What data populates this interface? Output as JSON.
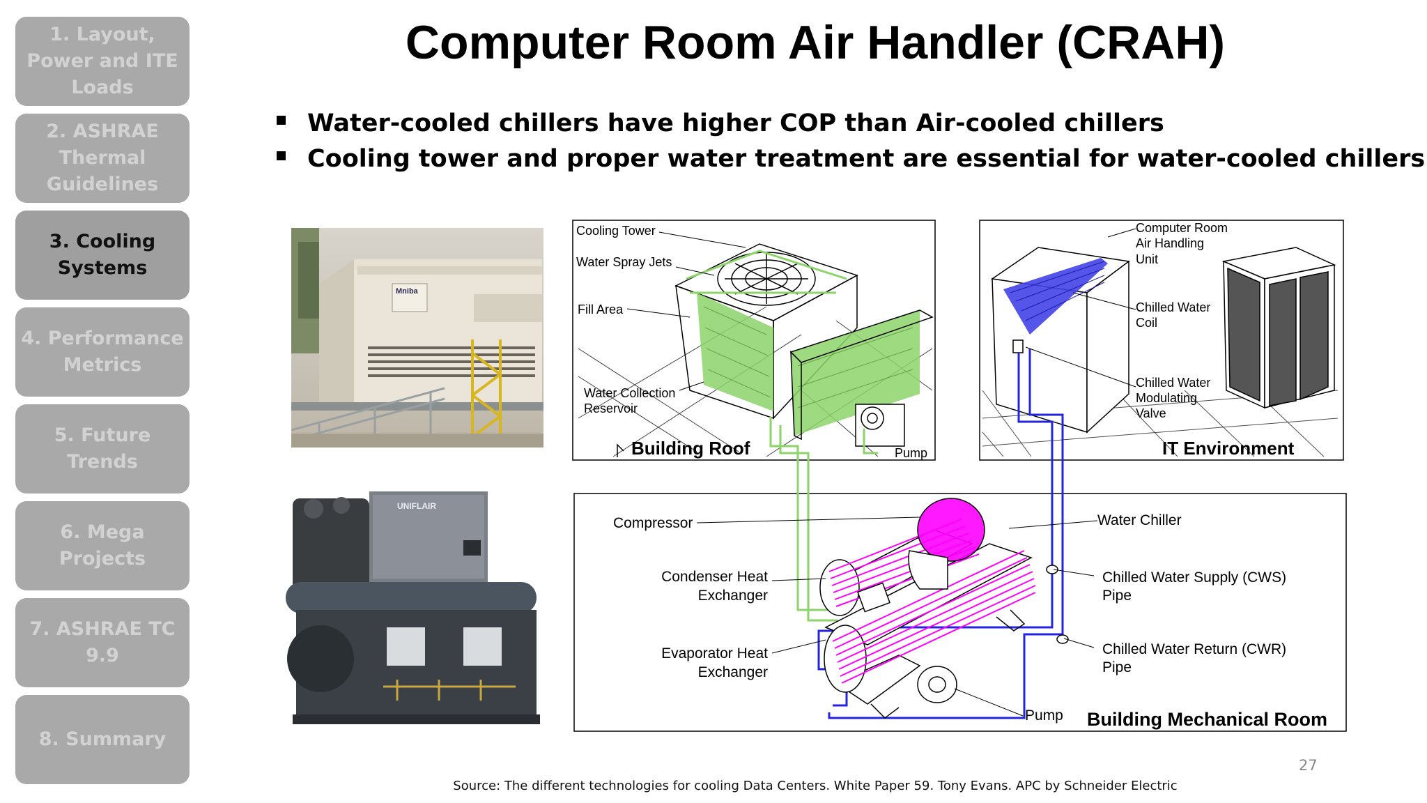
{
  "nav": {
    "items": [
      {
        "label": "1. Layout, Power and ITE Loads",
        "active": false
      },
      {
        "label": "2. ASHRAE Thermal Guidelines",
        "active": false
      },
      {
        "label": "3. Cooling Systems",
        "active": true
      },
      {
        "label": "4. Performance Metrics",
        "active": false
      },
      {
        "label": "5. Future Trends",
        "active": false
      },
      {
        "label": "6. Mega Projects",
        "active": false
      },
      {
        "label": "7. ASHRAE TC 9.9",
        "active": false
      },
      {
        "label": "8. Summary",
        "active": false
      }
    ]
  },
  "slide": {
    "title": "Computer Room Air Handler (CRAH)",
    "bullets": [
      "Water-cooled chillers have higher COP than Air-cooled chillers",
      "Cooling tower and proper water treatment are essential for water-cooled chillers"
    ],
    "number": "27",
    "source": "Source: The different technologies for cooling Data Centers. White Paper 59. Tony Evans. APC by Schneider Electric"
  },
  "photos": {
    "tower_brand": "Mniba",
    "chiller_brand": "UNIFLAIR"
  },
  "diagram": {
    "roof_panel": {
      "caption": "Building Roof",
      "labels": {
        "cooling_tower": "Cooling Tower",
        "spray_jets": "Water Spray Jets",
        "fill_area": "Fill Area",
        "reservoir_1": "Water Collection",
        "reservoir_2": "Reservoir",
        "pump": "Pump"
      }
    },
    "it_panel": {
      "caption": "IT Environment",
      "labels": {
        "crah_1": "Computer Room",
        "crah_2": "Air Handling",
        "crah_3": "Unit",
        "coil_1": "Chilled Water",
        "coil_2": "Coil",
        "valve_1": "Chilled Water",
        "valve_2": "Modulating",
        "valve_3": "Valve"
      }
    },
    "mech_panel": {
      "caption": "Building Mechanical Room",
      "labels": {
        "compressor": "Compressor",
        "water_chiller": "Water Chiller",
        "condenser_1": "Condenser Heat",
        "condenser_2": "Exchanger",
        "evaporator_1": "Evaporator Heat",
        "evaporator_2": "Exchanger",
        "cws_1": "Chilled Water Supply (CWS)",
        "cws_2": "Pipe",
        "cwr_1": "Chilled Water Return (CWR)",
        "cwr_2": "Pipe",
        "pump": "Pump"
      }
    },
    "colors": {
      "condenser_loop": "#8cd36a",
      "chilled_loop": "#2323e0",
      "refrigerant": "#ff00ff"
    }
  }
}
